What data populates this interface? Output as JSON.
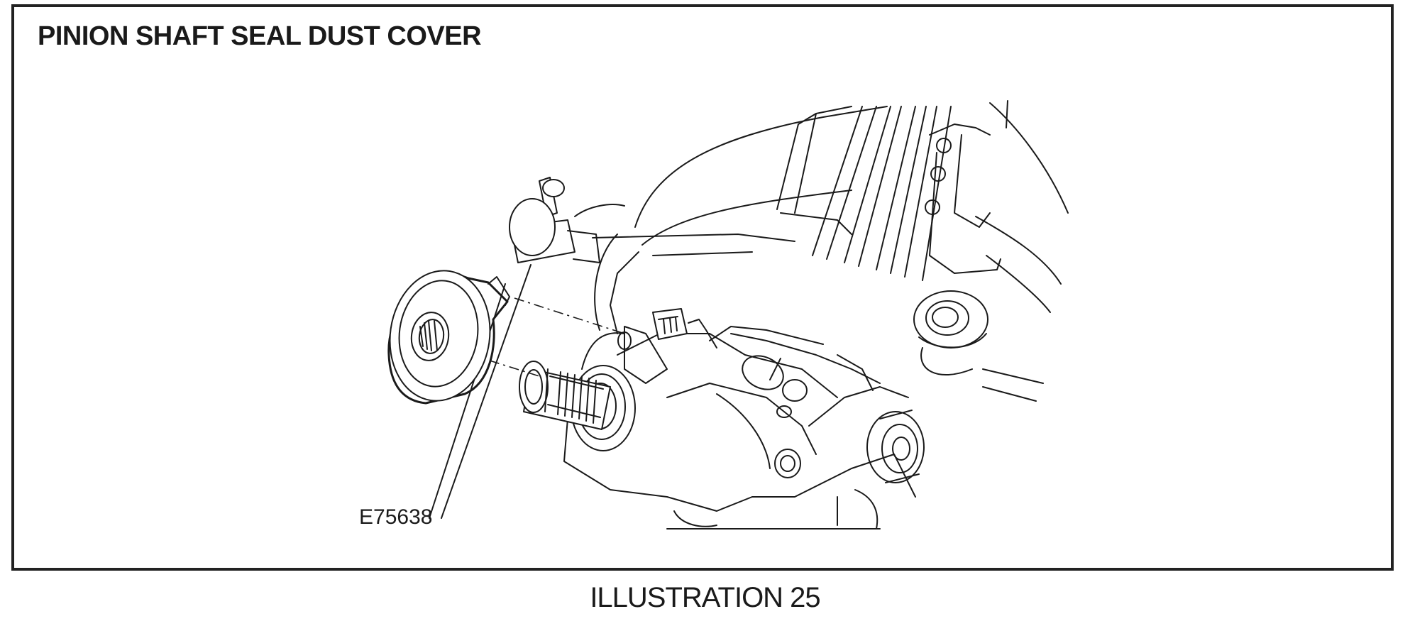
{
  "diagram": {
    "title": "PINION SHAFT SEAL DUST COVER",
    "reference_code": "E75638",
    "caption": "ILLUSTRATION 25"
  },
  "colors": {
    "line": "#1a1a1a",
    "background": "#ffffff"
  }
}
